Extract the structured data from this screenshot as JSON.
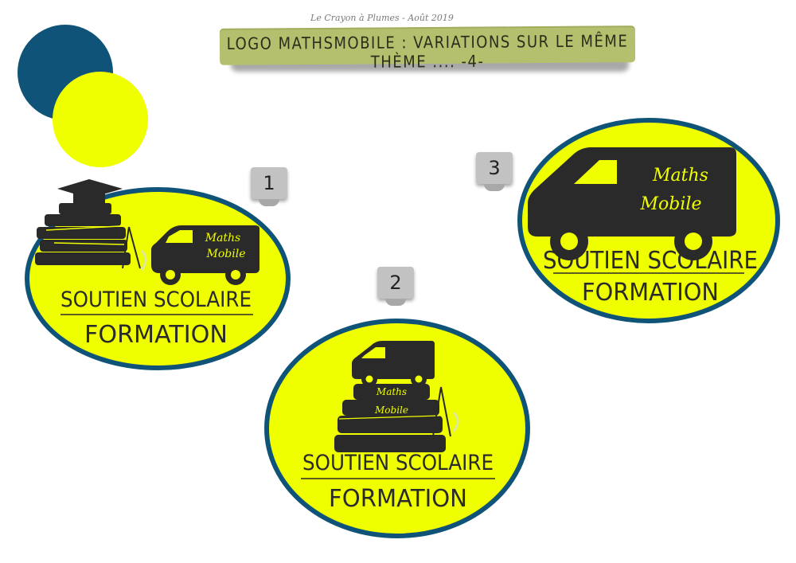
{
  "header": {
    "script_line": "Le Crayon à Plumes - Août 2019",
    "banner_title": "LOGO MATHSMOBILE : VARIATIONS SUR LE MÊME THÈME .... -4-"
  },
  "colors": {
    "teal": "#0f5478",
    "yellow": "#f0ff00",
    "ink": "#2a2a2a",
    "banner": "#b5c06e",
    "badge": "#c2c2c2"
  },
  "badges": [
    "1",
    "2",
    "3"
  ],
  "logos": [
    {
      "line1": "SOUTIEN SCOLAIRE",
      "line2": "FORMATION",
      "van_line1": "Maths",
      "van_line2": "Mobile"
    },
    {
      "line1": "SOUTIEN SCOLAIRE",
      "line2": "FORMATION",
      "van_line1": "Maths",
      "van_line2": "Mobile"
    },
    {
      "line1": "SOUTIEN SCOLAIRE",
      "line2": "FORMATION",
      "van_line1": "Maths",
      "van_line2": "Mobile"
    }
  ]
}
